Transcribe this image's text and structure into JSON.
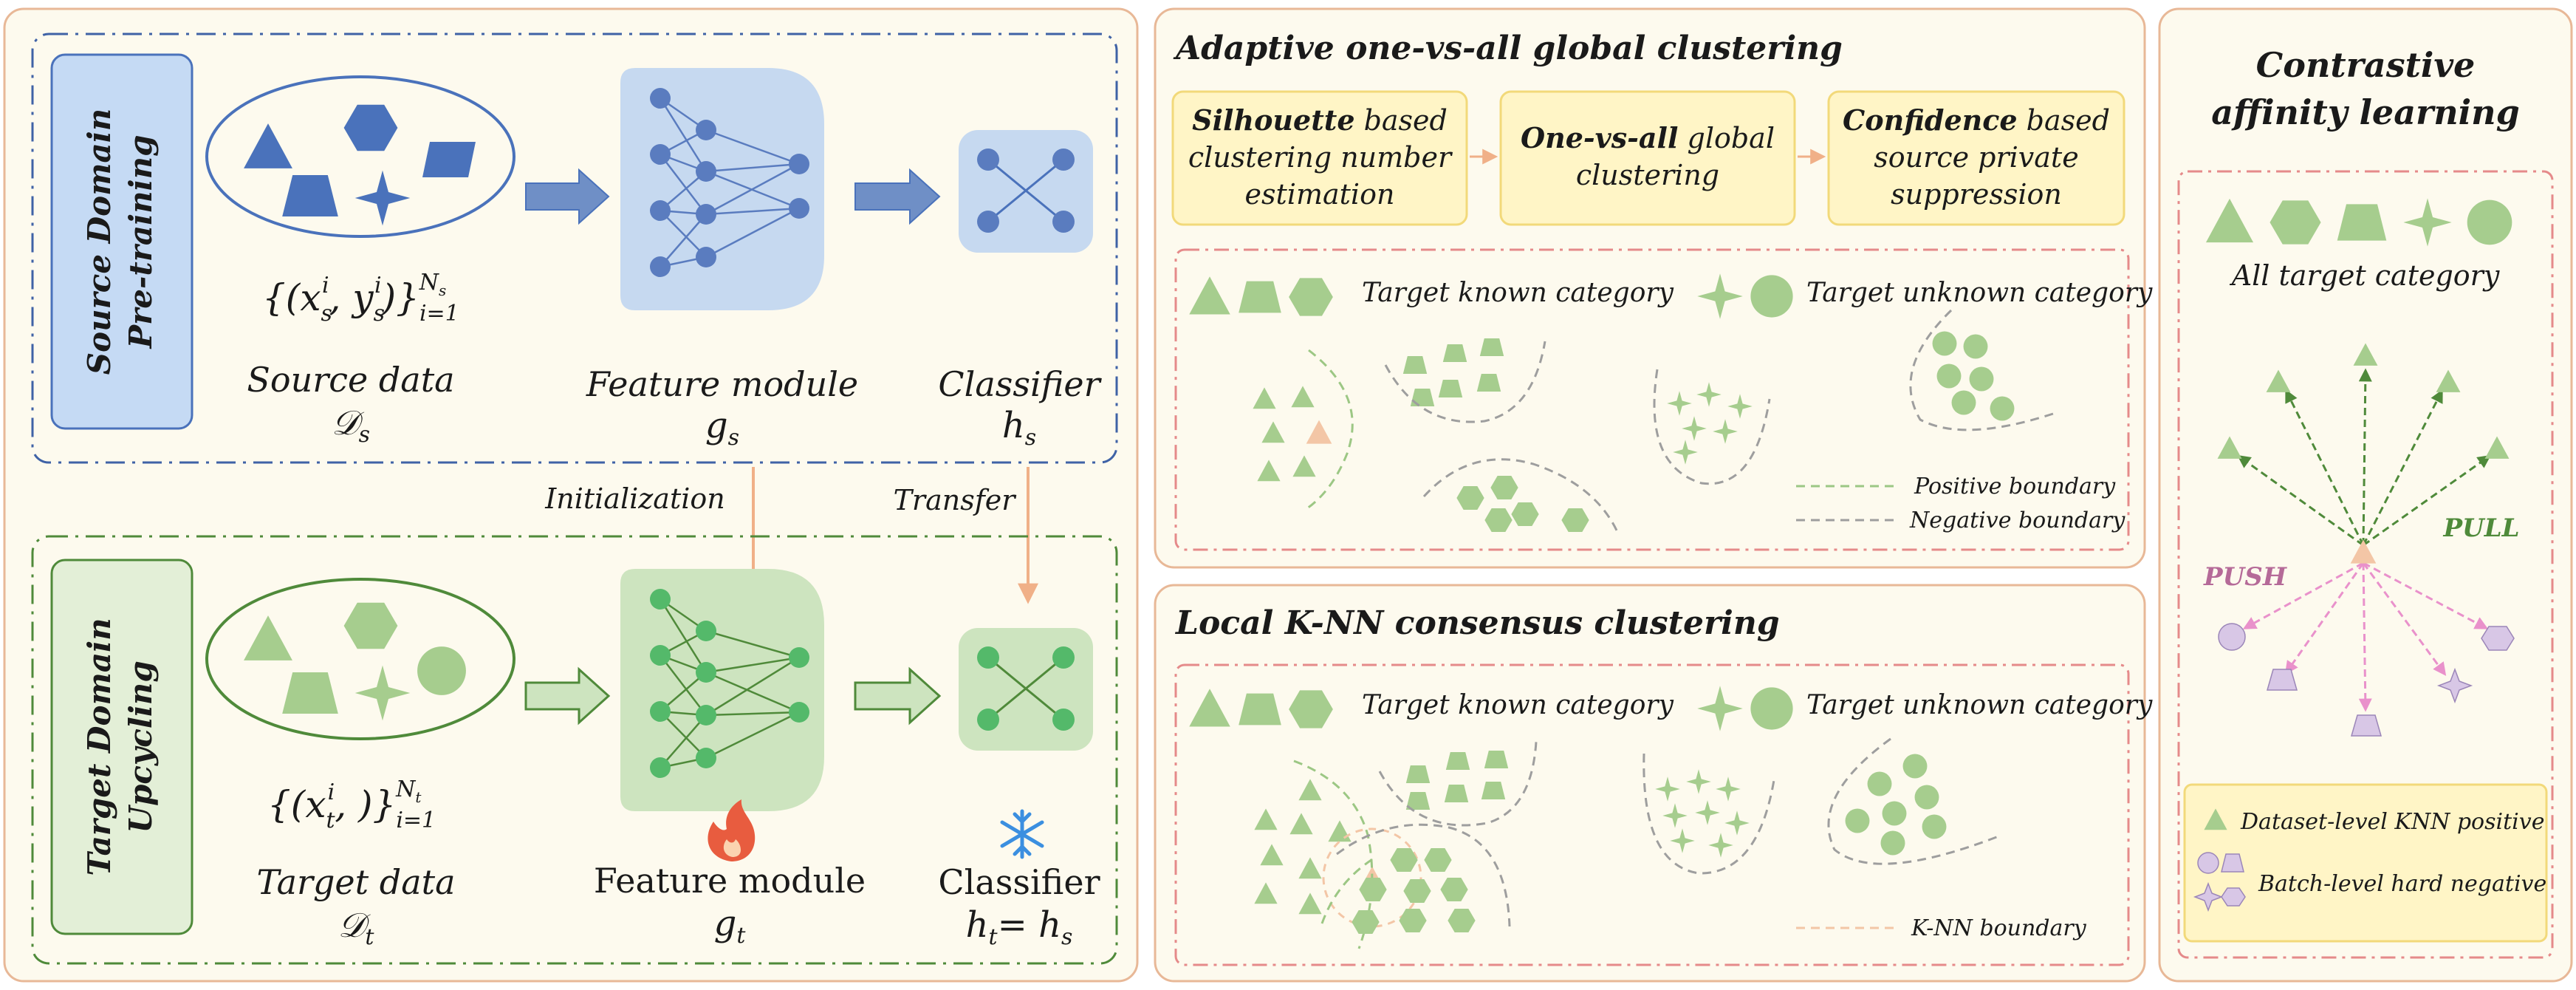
{
  "colors": {
    "panel_bg": "#fdfaee",
    "panel_border": "#e8b897",
    "source_blue": "#4a72bb",
    "source_blue_light": "#c6d9f0",
    "target_green": "#9cc784",
    "target_green_dark": "#4f8a3a",
    "target_green_light": "#cde4bf",
    "node_green": "#54b96a",
    "peach": "#f3c6a6",
    "push_pink": "#e991cb",
    "purple": "#d8c7e6",
    "yellow_box": "#fff5c6",
    "yellow_border": "#f2d97a",
    "red_dash": "#e58a8a",
    "arrow_orange": "#f0b088"
  },
  "left_panel": {
    "source": {
      "side_label_line1": "Source Domain",
      "side_label_line2": "Pre-training",
      "data_caption": "Source data",
      "data_symbol": "𝒟",
      "data_sub": "s",
      "set_formula": "{(x",
      "feature_caption": "Feature module",
      "feature_symbol": "g",
      "feature_sub": "s",
      "classifier_caption": "Classifier",
      "classifier_symbol": "h",
      "classifier_sub": "s"
    },
    "initialization_label": "Initialization",
    "transfer_label": "Transfer",
    "target": {
      "side_label_line1": "Target Domain",
      "side_label_line2": "Upcycling",
      "data_caption": "Target data",
      "data_symbol": "𝒟",
      "data_sub": "t",
      "feature_caption": "Feature module",
      "feature_symbol": "g",
      "feature_sub": "t",
      "classifier_caption": "Classifier",
      "classifier_eq_lhs": "h",
      "classifier_eq_lhs_sub": "t",
      "classifier_eq_rhs": "= h",
      "classifier_eq_rhs_sub": "s"
    }
  },
  "global_clustering": {
    "title": "Adaptive one-vs-all global clustering",
    "steps": [
      {
        "bold": "Silhouette",
        "rest1": " based",
        "line2": "clustering number",
        "line3": "estimation"
      },
      {
        "bold": "One-vs-all",
        "rest1": " global",
        "line2": "clustering",
        "line3": ""
      },
      {
        "bold": "Confidence",
        "rest1": " based",
        "line2": "source private",
        "line3": "suppression"
      }
    ],
    "known_label": "Target known category",
    "unknown_label": "Target unknown category",
    "positive_boundary": "Positive boundary",
    "negative_boundary": "Negative boundary"
  },
  "local_clustering": {
    "title": "Local K-NN consensus clustering",
    "known_label": "Target known category",
    "unknown_label": "Target unknown category",
    "knn_boundary": "K-NN boundary"
  },
  "contrastive": {
    "title_line1": "Contrastive",
    "title_line2": "affinity learning",
    "all_target_label": "All target category",
    "pull_label": "PULL",
    "push_label": "PUSH",
    "legend_positive": "Dataset-level KNN positive",
    "legend_negative": "Batch-level hard negative"
  }
}
